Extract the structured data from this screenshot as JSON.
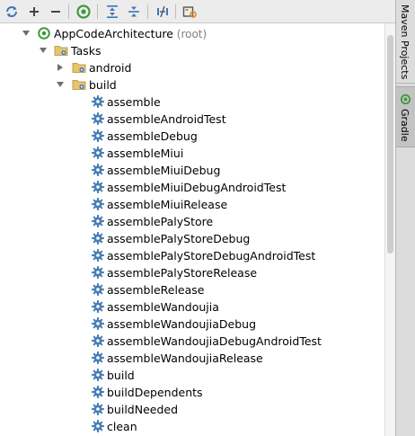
{
  "toolbar": {
    "buttons": [
      {
        "icon": "refresh-icon"
      },
      {
        "icon": "plus-icon"
      },
      {
        "icon": "minus-icon"
      },
      {
        "icon": "gradle-run-icon"
      },
      {
        "icon": "expand-all-icon"
      },
      {
        "icon": "collapse-all-icon"
      },
      {
        "icon": "toggle-offline-icon"
      },
      {
        "icon": "settings-icon"
      }
    ]
  },
  "tree": {
    "root": {
      "label": "AppCodeArchitecture",
      "suffix": " (root)"
    },
    "tasks_folder": {
      "label": "Tasks"
    },
    "android_folder": {
      "label": "android"
    },
    "build_folder": {
      "label": "build"
    },
    "build_tasks": [
      "assemble",
      "assembleAndroidTest",
      "assembleDebug",
      "assembleMiui",
      "assembleMiuiDebug",
      "assembleMiuiDebugAndroidTest",
      "assembleMiuiRelease",
      "assemblePalyStore",
      "assemblePalyStoreDebug",
      "assemblePalyStoreDebugAndroidTest",
      "assemblePalyStoreRelease",
      "assembleRelease",
      "assembleWandoujia",
      "assembleWandoujiaDebug",
      "assembleWandoujiaDebugAndroidTest",
      "assembleWandoujiaRelease",
      "build",
      "buildDependents",
      "buildNeeded",
      "clean"
    ]
  },
  "side_tabs": {
    "maven": "Maven Projects",
    "gradle": "Gradle"
  },
  "colors": {
    "gradle_green": "#3c9a3c",
    "gear_blue": "#4a7fb5",
    "folder": "#d9b25a"
  }
}
